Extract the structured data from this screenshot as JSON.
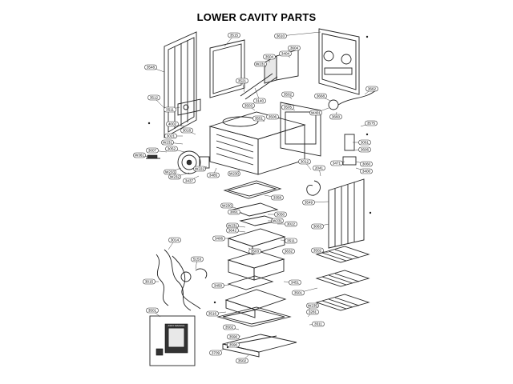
{
  "title": "LOWER CAVITY PARTS",
  "labels": [
    {
      "id": "3515"
    },
    {
      "id": "3610"
    },
    {
      "id": "3548"
    },
    {
      "id": "3604"
    },
    {
      "id": "3504"
    },
    {
      "id": "W231"
    },
    {
      "id": "3404"
    },
    {
      "id": "3521"
    },
    {
      "id": "3512"
    },
    {
      "id": "3511"
    },
    {
      "id": "3140"
    },
    {
      "id": "3503"
    },
    {
      "id": "3502"
    },
    {
      "id": "3668"
    },
    {
      "id": "3662"
    },
    {
      "id": "3505"
    },
    {
      "id": "3551"
    },
    {
      "id": "3506"
    },
    {
      "id": "W401"
    },
    {
      "id": "3660"
    },
    {
      "id": "3575"
    },
    {
      "id": "4002"
    },
    {
      "id": "3018"
    },
    {
      "id": "3021"
    },
    {
      "id": "W231"
    },
    {
      "id": "3052"
    },
    {
      "id": "3007"
    },
    {
      "id": "W361"
    },
    {
      "id": "3061"
    },
    {
      "id": "3606"
    },
    {
      "id": "W233"
    },
    {
      "id": "W222"
    },
    {
      "id": "3485"
    },
    {
      "id": "3012"
    },
    {
      "id": "2041"
    },
    {
      "id": "3471"
    },
    {
      "id": "3060"
    },
    {
      "id": "3400"
    },
    {
      "id": "W232"
    },
    {
      "id": "3437"
    },
    {
      "id": "W230"
    },
    {
      "id": "3358"
    },
    {
      "id": "3549"
    },
    {
      "id": "W230"
    },
    {
      "id": "3891"
    },
    {
      "id": "3050"
    },
    {
      "id": "W231"
    },
    {
      "id": "3022"
    },
    {
      "id": "3063"
    },
    {
      "id": "W231"
    },
    {
      "id": "3642"
    },
    {
      "id": "3406"
    },
    {
      "id": "3511"
    },
    {
      "id": "3014"
    },
    {
      "id": "3503"
    },
    {
      "id": "3632"
    },
    {
      "id": "5153"
    },
    {
      "id": "3502"
    },
    {
      "id": "3015"
    },
    {
      "id": "3450"
    },
    {
      "id": "3451"
    },
    {
      "id": "3501"
    },
    {
      "id": "3501"
    },
    {
      "id": "3516"
    },
    {
      "id": "W235"
    },
    {
      "id": "3281"
    },
    {
      "id": "3511"
    },
    {
      "id": "3502"
    },
    {
      "id": "3590"
    },
    {
      "id": "3590"
    },
    {
      "id": "3709"
    },
    {
      "id": "3502"
    }
  ],
  "manual_text": "ASSY MANUAL"
}
